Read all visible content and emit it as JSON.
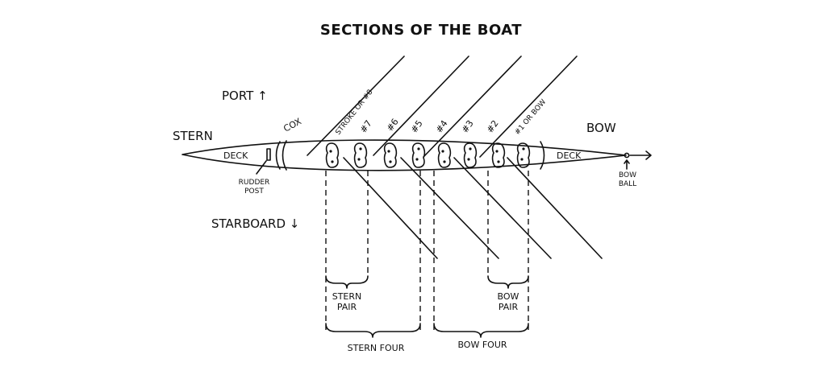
{
  "title": "SECTIONS OF THE BOAT",
  "directions": {
    "port": "PORT ↑",
    "starboard": "STARBOARD ↓",
    "stern": "STERN",
    "bow": "BOW"
  },
  "parts": {
    "deck_stern": "DECK",
    "deck_bow": "DECK",
    "cox": "COX",
    "rudder_post": [
      "RUDDER",
      "POST"
    ],
    "bow_ball": [
      "BOW",
      "BALL"
    ]
  },
  "seats": [
    "STROKE OR #8",
    "#7",
    "#6",
    "#5",
    "#4",
    "#3",
    "#2",
    "#1 OR BOW"
  ],
  "groups": {
    "stern_pair": [
      "STERN",
      "PAIR"
    ],
    "bow_pair": [
      "BOW",
      "PAIR"
    ],
    "stern_four": "STERN FOUR",
    "bow_four": "BOW FOUR"
  }
}
